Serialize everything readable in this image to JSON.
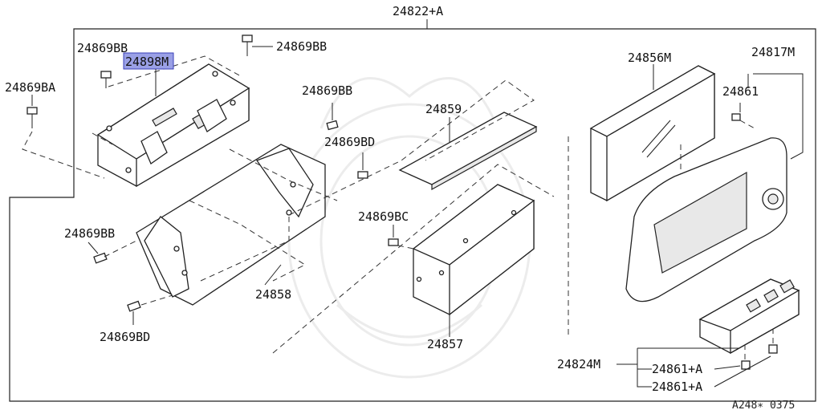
{
  "diagram": {
    "part_labels": {
      "top_assembly": "24822+A",
      "p24869BB_a": "24869BB",
      "p24898M": "24898M",
      "p24869BB_b": "24869BB",
      "p24869BA": "24869BA",
      "p24869BB_c": "24869BB",
      "p24869BD_a": "24869BD",
      "p24859": "24859",
      "p24869BC": "24869BC",
      "p24869BB_d": "24869BB",
      "p24858": "24858",
      "p24869BD_b": "24869BD",
      "p24857": "24857",
      "p24856M": "24856M",
      "p24817M": "24817M",
      "p24861": "24861",
      "p24824M": "24824M",
      "p24861A_a": "24861+A",
      "p24861A_b": "24861+A"
    },
    "highlighted_part": "24898M",
    "diagram_code": "A248∗ 0375",
    "colors": {
      "highlight_fill": "#9aa0e6",
      "line": "#222222"
    }
  }
}
